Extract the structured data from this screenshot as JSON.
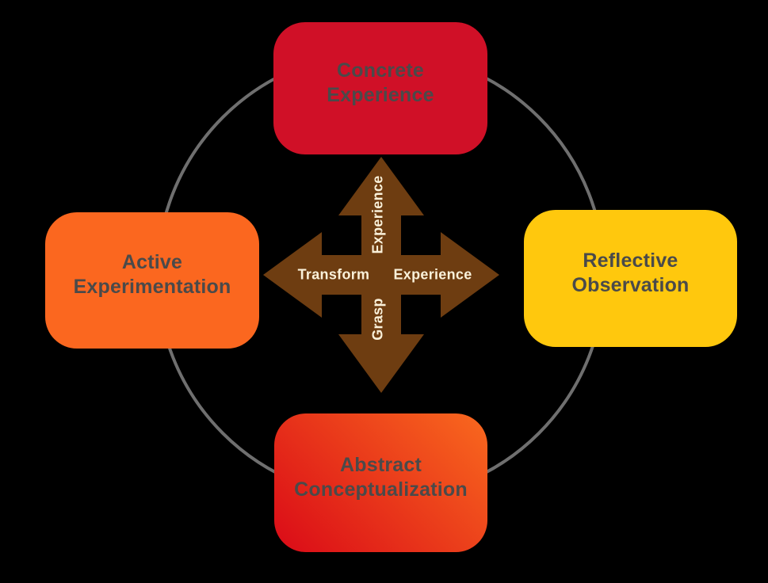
{
  "diagram": {
    "kind": "learning-cycle",
    "background_color": "#000000",
    "circle": {
      "stroke_color": "#6F6F6F",
      "stroke_width": 4
    },
    "nodes": [
      {
        "id": "concrete-experience",
        "position": "top",
        "lines": [
          "Concrete",
          "Experience"
        ],
        "fill": "#D01027",
        "text_color": "#4A4A4A"
      },
      {
        "id": "reflective-observation",
        "position": "right",
        "lines": [
          "Reflective",
          "Observation"
        ],
        "fill": "#FFC80D",
        "text_color": "#4A4A4A"
      },
      {
        "id": "abstract-conceptualization",
        "position": "bottom",
        "lines": [
          "Abstract",
          "Conceptualization"
        ],
        "fill_gradient_start": "#DA0A17",
        "fill_gradient_end": "#F9691E",
        "text_color": "#4A4A4A"
      },
      {
        "id": "active-experimentation",
        "position": "left",
        "lines": [
          "Active",
          "Experimentation"
        ],
        "fill": "#FB671F",
        "text_color": "#4A4A4A"
      }
    ],
    "center_arrow": {
      "fill": "#6E3D11",
      "label_color": "#FAF1DA",
      "up_label": "Experience",
      "right_label": "Experience",
      "left_label": "Transform",
      "down_label": "Grasp"
    }
  }
}
